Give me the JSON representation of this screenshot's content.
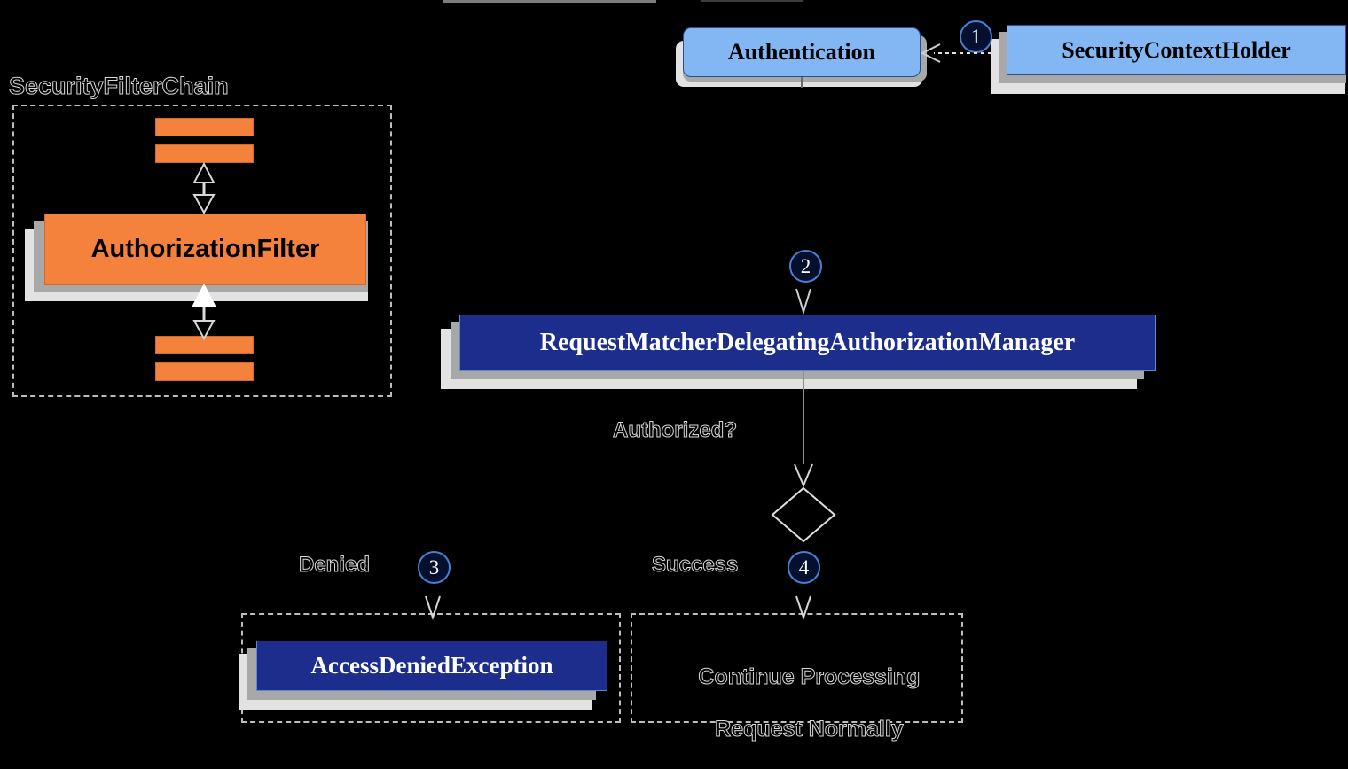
{
  "diagram": {
    "title": "Spring Security Authorization Flow",
    "colors": {
      "background": "#000000",
      "blue_light": "#82b7f4",
      "blue_dark": "#1c2d8c",
      "orange": "#f5823c",
      "outline": "#d8d8d8",
      "badge_fill": "#05102e",
      "badge_ring": "#4a7fd4",
      "shadow_dark": "#a8a8a8",
      "shadow_light": "#e2e2e2"
    }
  },
  "nodes": {
    "security_filter_chain_label": "SecurityFilterChain",
    "authorization_filter": "AuthorizationFilter",
    "authentication": "Authentication",
    "security_context_holder": "SecurityContextHolder",
    "request_matcher_manager": "RequestMatcherDelegatingAuthorizationManager",
    "access_denied_exception": "AccessDeniedException",
    "continue_processing_line1": "Continue Processing",
    "continue_processing_line2": "Request Normally"
  },
  "edges": {
    "authorized_question": "Authorized?",
    "denied": "Denied",
    "success": "Success"
  },
  "badges": {
    "one": "1",
    "two": "2",
    "three": "3",
    "four": "4"
  }
}
